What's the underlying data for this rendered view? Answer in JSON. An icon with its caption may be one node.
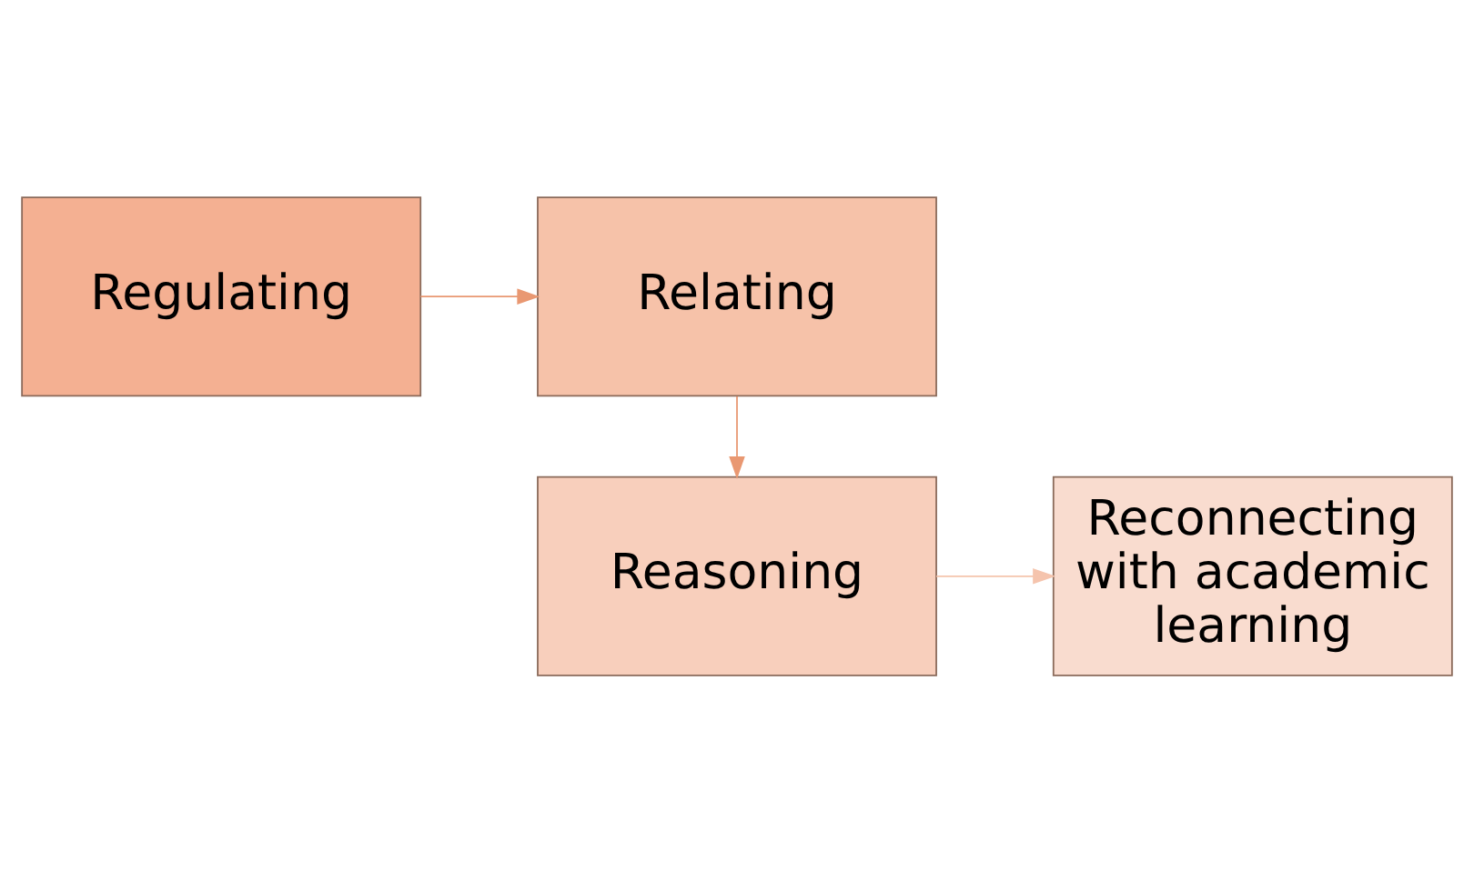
{
  "diagram": {
    "nodes": [
      {
        "text": [
          "Regulating"
        ]
      },
      {
        "text": [
          "Relating"
        ]
      },
      {
        "text": [
          "Reasoning"
        ]
      },
      {
        "text": [
          "Reconnecting with academic learning"
        ]
      }
    ],
    "edges": [
      {
        "from": 0,
        "to": 1,
        "arrow": "to"
      },
      {
        "from": 1,
        "to": 2,
        "arrow": "to"
      },
      {
        "from": 2,
        "to": 3,
        "arrow": "to",
        "color": "#f5c4ad"
      }
    ]
  }
}
